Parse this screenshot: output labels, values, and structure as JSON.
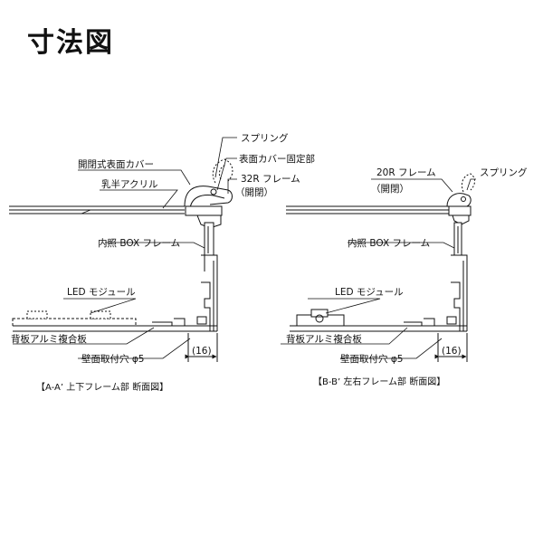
{
  "page": {
    "title": "寸法図"
  },
  "left_section": {
    "labels": {
      "spring": "スプリング",
      "cover_fixing": "表面カバー固定部",
      "frame_32r": "32R フレーム",
      "open_close": "（開閉）",
      "opening_cover": "開閉式表面カバー",
      "milky_acrylic": "乳半アクリル",
      "inner_box_frame": "内照 BOX フレーム",
      "led_module": "LED モジュール",
      "back_aluminum": "背板アルミ複合板",
      "mount_hole": "壁面取付穴 φ5",
      "dimension": "(16)"
    },
    "caption": "【A-A’ 上下フレーム部 断面図】"
  },
  "right_section": {
    "labels": {
      "frame_20r": "20R フレーム",
      "open_close": "（開閉）",
      "spring": "スプリング",
      "inner_box_frame": "内照 BOX フレーム",
      "led_module": "LED モジュール",
      "back_aluminum": "背板アルミ複合板",
      "mount_hole": "壁面取付穴 φ5",
      "dimension": "(16)"
    },
    "caption": "【B-B’ 左右フレーム部 断面図】"
  }
}
